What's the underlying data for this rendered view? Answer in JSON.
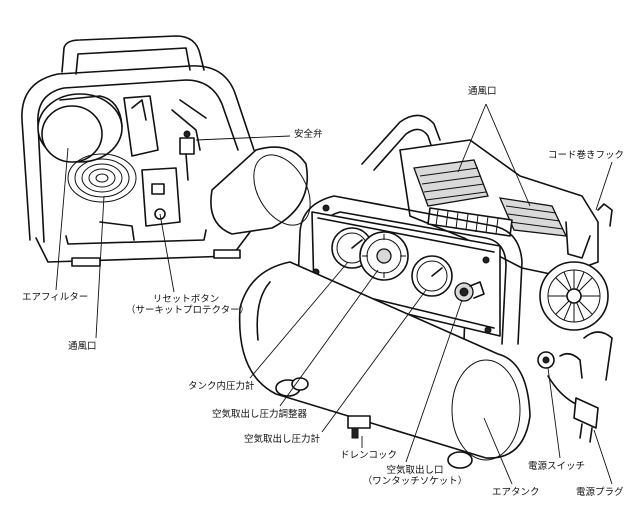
{
  "labels": {
    "safety_valve": "安全弁",
    "air_filter": "エアフィルター",
    "vent_left": "通風口",
    "reset_button_line1": "リセットボタン",
    "reset_button_line2": "（サーキットプロテクター）",
    "vent_top": "通風口",
    "cord_hook": "コード巻きフック",
    "tank_pressure_gauge": "タンク内圧力計",
    "outlet_regulator": "空気取出し圧力調整器",
    "outlet_pressure_gauge": "空気取出し圧力計",
    "drain_cock": "ドレンコック",
    "air_outlet_line1": "空気取出し口",
    "air_outlet_line2": "（ワンタッチソケット）",
    "air_tank": "エアタンク",
    "power_switch": "電源スイッチ",
    "power_plug": "電源プラグ"
  }
}
